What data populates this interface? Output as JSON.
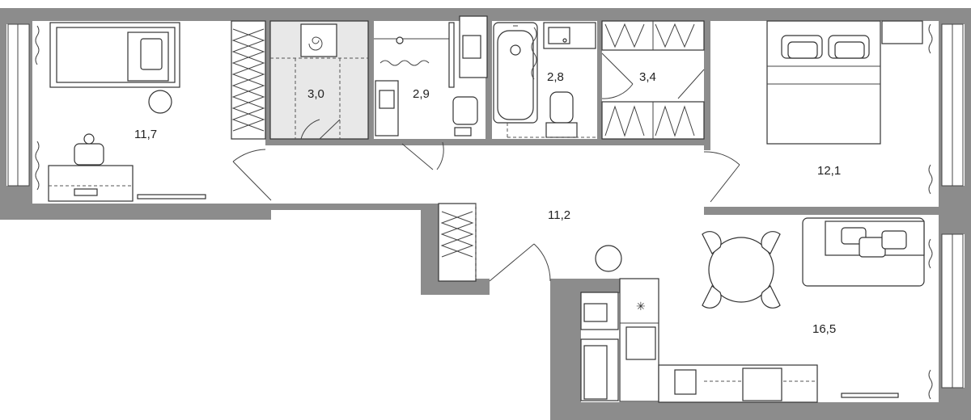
{
  "floorplan": {
    "rooms": [
      {
        "id": "bedroom-left",
        "area": "11,7"
      },
      {
        "id": "storage",
        "area": "3,0"
      },
      {
        "id": "wc",
        "area": "2,9"
      },
      {
        "id": "bathroom",
        "area": "2,8"
      },
      {
        "id": "wardrobe-hall",
        "area": "3,4"
      },
      {
        "id": "bedroom-right",
        "area": "12,1"
      },
      {
        "id": "hall",
        "area": "11,2"
      },
      {
        "id": "kitchen-living",
        "area": "16,5"
      }
    ]
  },
  "colors": {
    "wall": "#8c8c8c",
    "utility_fill": "#e8e8e8",
    "line": "#333333"
  }
}
